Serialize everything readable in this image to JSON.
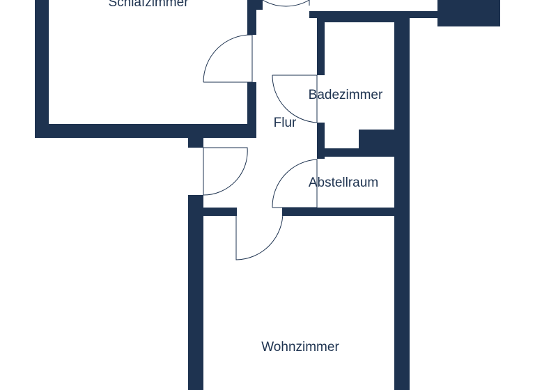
{
  "colors": {
    "wall": "#1e3350",
    "background": "#ffffff",
    "door_line": "#1e3350"
  },
  "rooms": {
    "schlafzimmer": "Schlafzimmer",
    "flur": "Flur",
    "badezimmer": "Badezimmer",
    "abstellraum": "Abstellraum",
    "wohnzimmer": "Wohnzimmer"
  }
}
